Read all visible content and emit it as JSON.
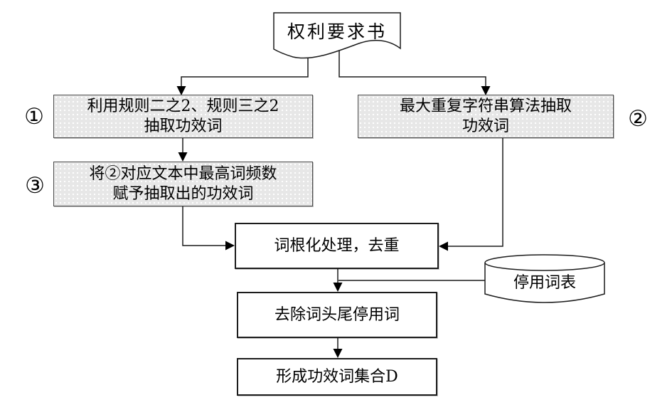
{
  "figure": {
    "doc": {
      "label": "权利要求书"
    },
    "step1": {
      "badge": "①",
      "line1": "利用规则二之2、规则三之2",
      "line2": "抽取功效词"
    },
    "step2": {
      "badge": "②",
      "line1": "最大重复字符串算法抽取",
      "line2": "功效词"
    },
    "step3": {
      "badge": "③",
      "line1": "将②对应文本中最高词频数",
      "line2": "赋予抽取出的功效词"
    },
    "stemming": {
      "label": "词根化处理，去重"
    },
    "stopword_store": {
      "label": "停用词表"
    },
    "remove_stopwords": {
      "label": "去除词头尾停用词"
    },
    "result": {
      "label": "形成功效词集合D"
    },
    "colors": {
      "gray_fill": "#e7e7e7",
      "white_fill": "#ffffff",
      "line": "#1c1c1c",
      "background": "#ffffff"
    }
  }
}
